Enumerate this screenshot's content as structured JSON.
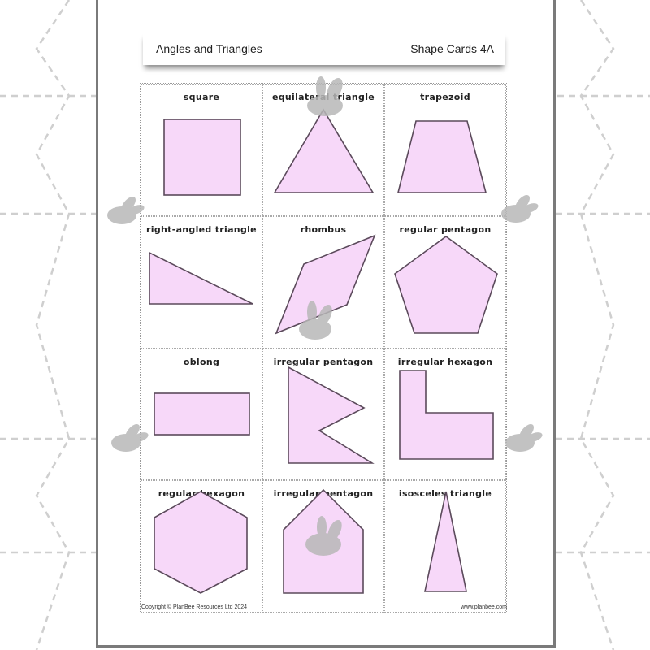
{
  "header": {
    "left_title": "Angles and Triangles",
    "right_title": "Shape Cards 4A"
  },
  "cards": [
    {
      "label": "square"
    },
    {
      "label": "equilateral triangle"
    },
    {
      "label": "trapezoid"
    },
    {
      "label": "right-angled triangle"
    },
    {
      "label": "rhombus"
    },
    {
      "label": "regular pentagon"
    },
    {
      "label": "oblong"
    },
    {
      "label": "irregular pentagon"
    },
    {
      "label": "irregular hexagon"
    },
    {
      "label": "regular hexagon"
    },
    {
      "label": "irregular pentagon"
    },
    {
      "label": "isosceles triangle"
    }
  ],
  "footer": {
    "copyright": "Copyright © PlanBee Resources Ltd 2024",
    "website": "www.planbee.com"
  },
  "colors": {
    "shape_fill": "#f7d8f9",
    "shape_stroke": "#5b4a5b",
    "frame": "#7a7a7a",
    "watermark": "#b8b8b8"
  }
}
